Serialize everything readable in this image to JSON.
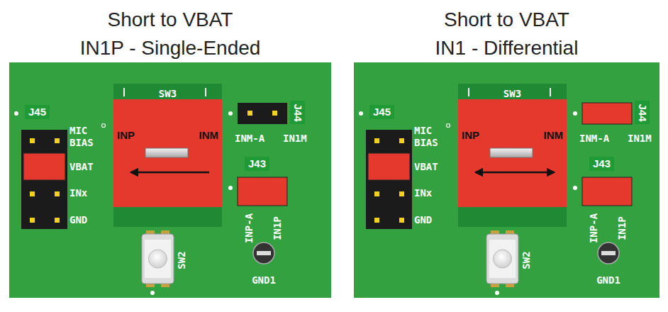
{
  "diagram": {
    "nodes": [
      {
        "text": [
          "Short to VBAT",
          "IN1P - Single-Ended"
        ]
      },
      {
        "text": [
          "J45"
        ],
        "in": 0
      },
      {
        "text": [
          "SW3",
          "INP",
          "INM"
        ],
        "in": 0
      },
      {
        "text": [
          "J44"
        ],
        "in": 0
      },
      {
        "text": [
          "J43"
        ],
        "in": 0
      },
      {
        "text": [
          "SW2"
        ],
        "in": 0
      },
      {
        "text": [
          "GND1"
        ],
        "in": 0
      },
      {
        "text": [
          "Short to VBAT",
          "IN1 - Differential"
        ]
      },
      {
        "text": [
          "J45"
        ],
        "in": 7
      },
      {
        "text": [
          "SW3",
          "INP",
          "INM"
        ],
        "in": 7
      },
      {
        "text": [
          "J44"
        ],
        "in": 7
      },
      {
        "text": [
          "J43"
        ],
        "in": 7
      },
      {
        "text": [
          "SW2"
        ],
        "in": 7
      },
      {
        "text": [
          "GND1"
        ],
        "in": 7
      }
    ],
    "labels": [
      "MIC BIAS",
      "VBAT",
      "INx",
      "GND",
      "INM-A",
      "IN1M",
      "INP-A",
      "IN1P",
      "MIC BIAS",
      "VBAT",
      "INx",
      "GND",
      "INM-A",
      "IN1M",
      "INP-A",
      "IN1P"
    ]
  }
}
